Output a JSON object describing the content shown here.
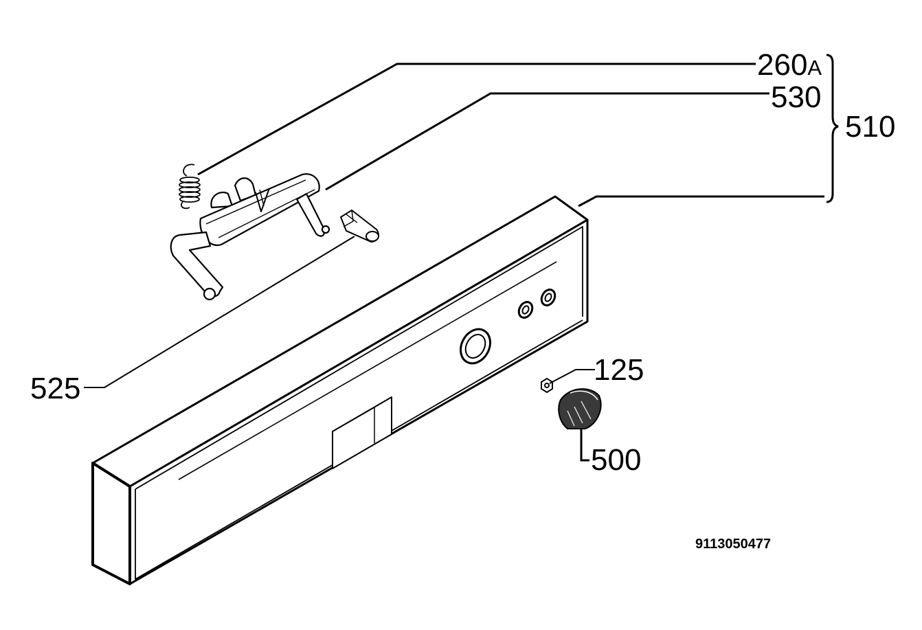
{
  "callouts": {
    "spring": {
      "number": "260",
      "suffix": "A"
    },
    "hinge_bracket": "530",
    "assembly": "510",
    "light_pipe": "525",
    "knob_nut": "125",
    "knob": "500"
  },
  "drawing_number": "9113050477",
  "colors": {
    "ink": "#000000",
    "background": "#ffffff",
    "knob_shade": "#3a3a3a"
  }
}
